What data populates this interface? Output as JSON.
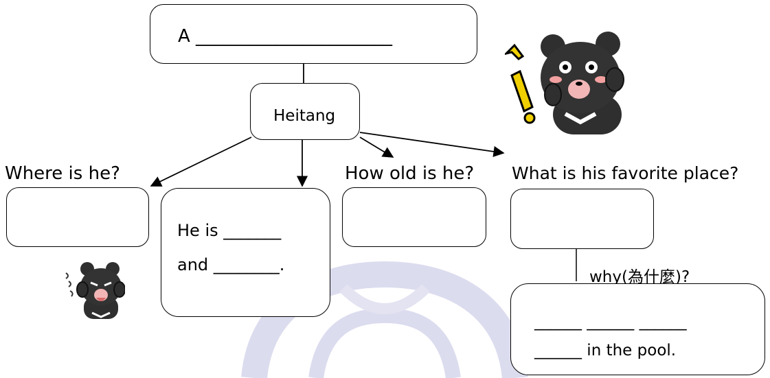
{
  "top_box": {
    "text": "A ______________________"
  },
  "center_box": {
    "label": "Heitang"
  },
  "questions": {
    "where": "Where is he?",
    "how_old": "How old is he?",
    "favorite_place": "What is his favorite place?",
    "why": "why(為什麼)?"
  },
  "description_box": {
    "line1": "He is _______",
    "line2": "and ________."
  },
  "why_box": {
    "line1": "______ ______ ______",
    "line2": "______ in the pool."
  },
  "colors": {
    "line": "#000000",
    "watermark": "#d9d9ef",
    "bear_body": "#2f2f2f",
    "blush": "#f2a0a0",
    "accent": "#f0d000"
  }
}
